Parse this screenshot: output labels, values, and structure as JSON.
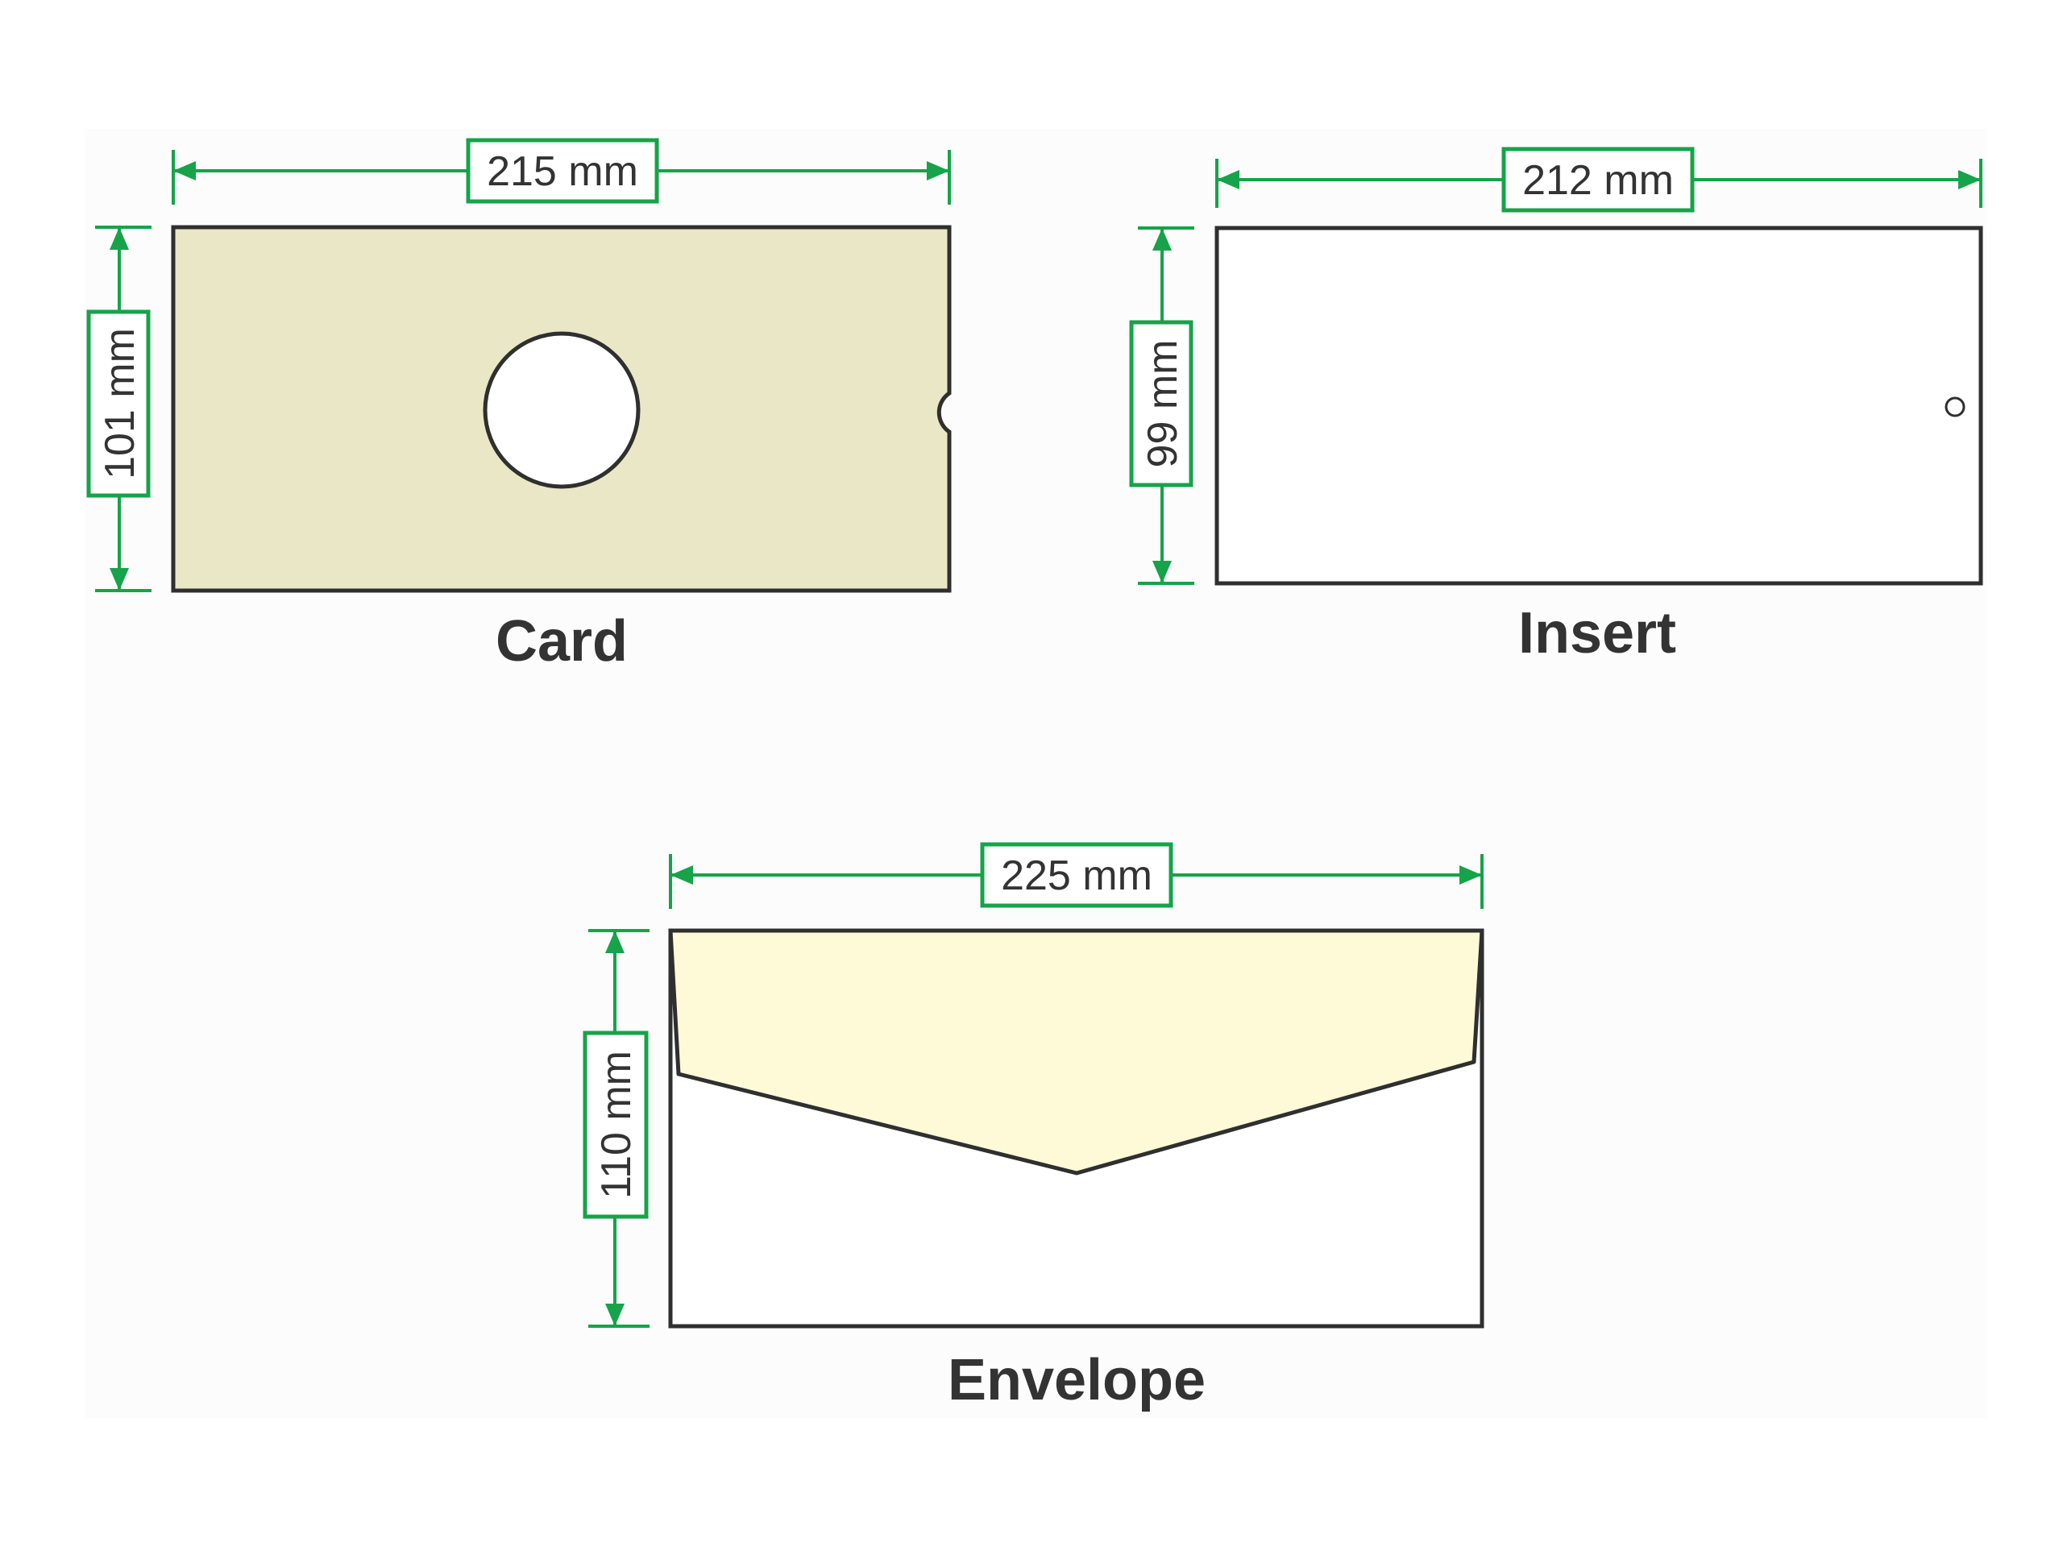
{
  "colors": {
    "background": "#ffffff",
    "panel": "#fcfcfc",
    "dimension": "#16a34a",
    "outline": "#2f2f2f",
    "card_fill": "#e9e7c5",
    "insert_fill": "#ffffff",
    "envelope_flap": "#fefad8",
    "envelope_body": "#ffffff",
    "text": "#333333"
  },
  "card": {
    "title": "Card",
    "width_label": "215 mm",
    "height_label": "101 mm"
  },
  "insert": {
    "title": "Insert",
    "width_label": "212 mm",
    "height_label": "99 mm"
  },
  "envelope": {
    "title": "Envelope",
    "width_label": "225 mm",
    "height_label": "110 mm"
  }
}
